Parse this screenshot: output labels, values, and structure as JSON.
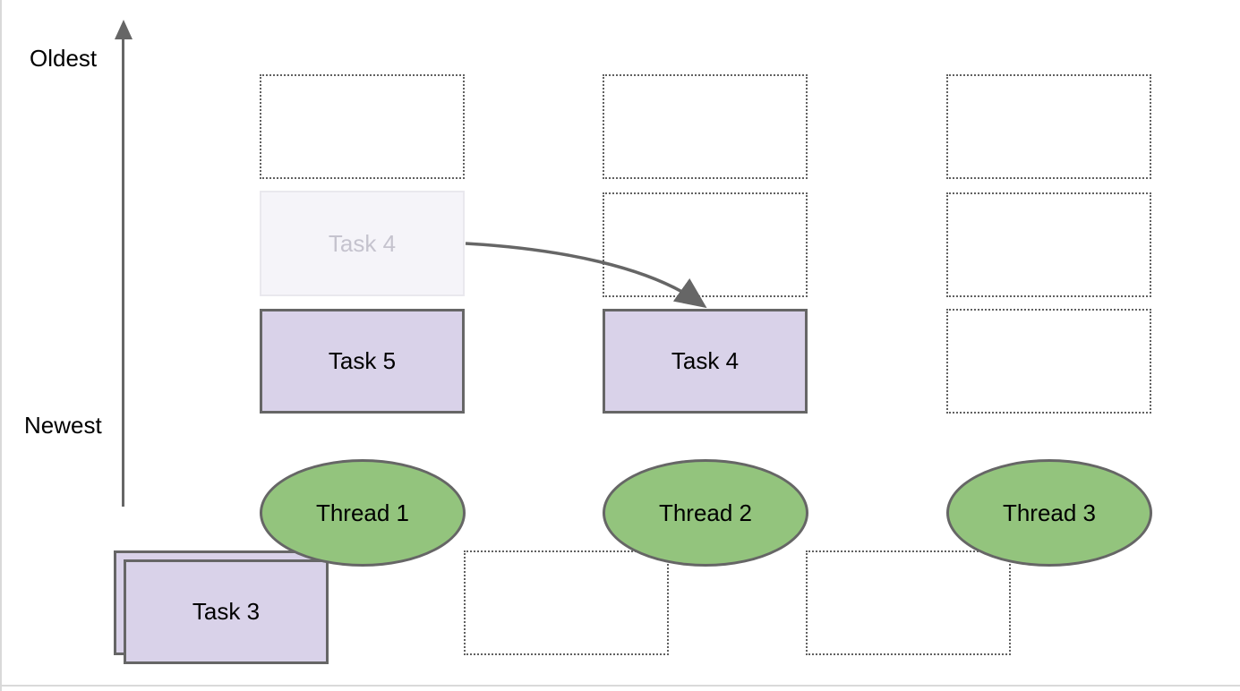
{
  "diagram": {
    "title_hint": "work-stealing task deques per thread",
    "axis": {
      "top_label": "Oldest",
      "bottom_label": "Newest"
    },
    "threads": [
      {
        "label": "Thread 1"
      },
      {
        "label": "Thread 2"
      },
      {
        "label": "Thread 3"
      }
    ],
    "tasks": {
      "ghost_task_label": "Task 4",
      "thread1_task_label": "Task 5",
      "thread2_task_label": "Task 4",
      "pending_stack_label": "Task 3"
    },
    "colors": {
      "task_fill": "#d9d2e9",
      "task_border": "#666666",
      "thread_fill": "#93c47d",
      "thread_border": "#666666",
      "ghost_fill": "#f5f4f9",
      "ghost_border": "#e9e8ee",
      "ghost_text": "#c5c3ce",
      "dotted_border": "#616161",
      "arrow": "#666666",
      "edge": "#d9d9d9",
      "text": "#000000"
    }
  }
}
